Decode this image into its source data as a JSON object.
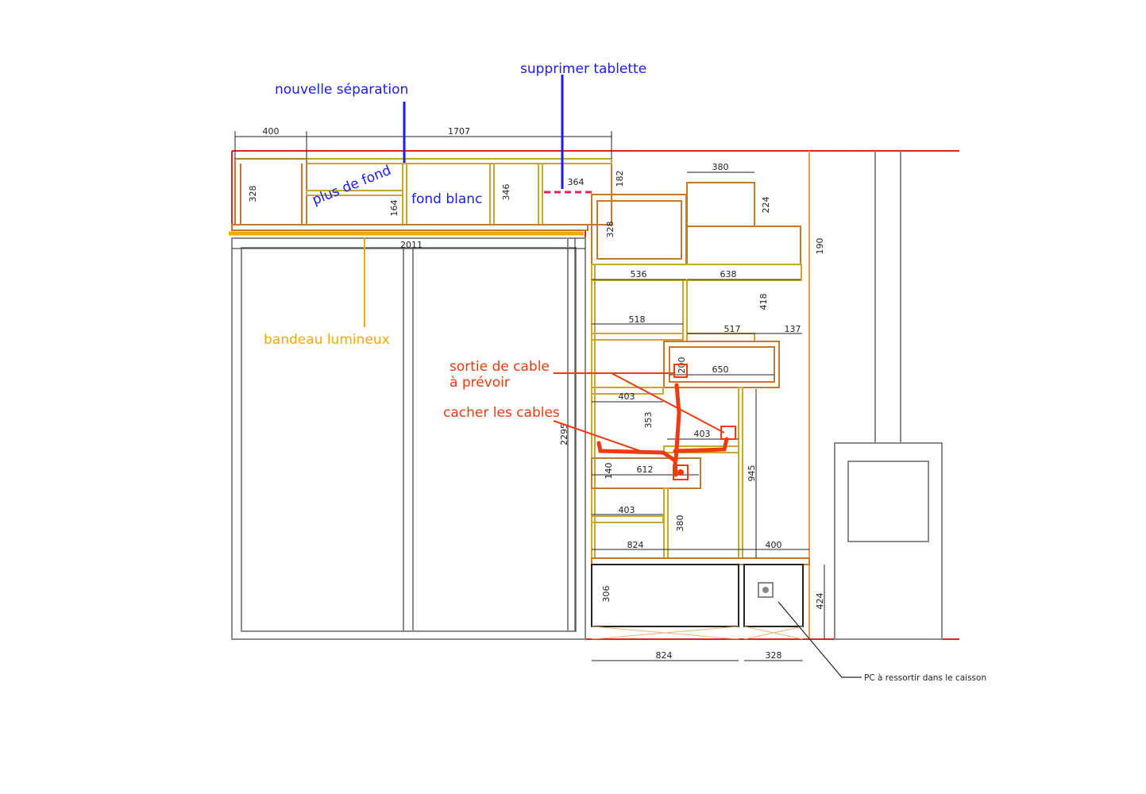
{
  "annotations": {
    "nouvelle_separation": "nouvelle séparation",
    "supprimer_tablette": "supprimer tablette",
    "plus_de_fond": "plus de fond",
    "fond_blanc": "fond blanc",
    "bandeau_lumineux": "bandeau lumineux",
    "sortie_de_cable_1": "sortie de cable",
    "sortie_de_cable_2": "à prévoir",
    "cacher_les_cables": "cacher les cables",
    "pc_note": "PC à ressortir dans le caisson"
  },
  "colors": {
    "blue": "#1a1aff",
    "orange": "#f5a800",
    "red": "#f03a10",
    "wood": "#c47a2c",
    "gold": "#c9a82e"
  },
  "dims": [
    "400",
    "1707",
    "328",
    "346",
    "164",
    "364",
    "182",
    "2011",
    "380",
    "224",
    "328",
    "190",
    "536",
    "638",
    "418",
    "518",
    "517",
    "137",
    "200",
    "650",
    "403",
    "353",
    "403",
    "2295",
    "140",
    "612",
    "945",
    "403",
    "380",
    "824",
    "400",
    "306",
    "424",
    "824",
    "328"
  ]
}
